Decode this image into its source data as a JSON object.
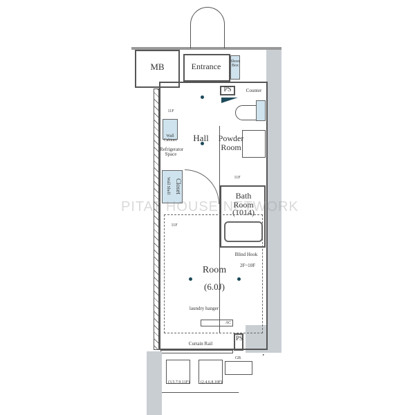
{
  "labels": {
    "mb": "MB",
    "entrance": "Entrance",
    "shoes_box": "Shoes Box",
    "ps_top": "PS",
    "counter": "Counter",
    "hall": "Hall",
    "powder_room": "Powder Room",
    "floor_11f_a": "11F",
    "floor_11f_b": "11F",
    "floor_11f_c": "11F",
    "wall_cabinet": "Wall Cabinet",
    "refrigerator_space": "Refrigerator Space",
    "closet": "Closet",
    "wall_shelf": "Wall Shelf",
    "bath_room": "Bath Room",
    "bath_size": "(1014)",
    "blind_hook": "Blind Hook",
    "floors_2_10": "2F~10F",
    "room": "Room",
    "room_size": "(6.0J)",
    "laundry_hanger": "laundry hanger",
    "ac": "AC",
    "ps_bottom": "PS",
    "curtain_rail": "Curtain Rail",
    "gb": "GB",
    "odd_floors": "(3,5,7,9,11F)",
    "even_floors": "(2,4,6,8,10F)"
  },
  "watermark": "PITAT HOUSE NETWORK",
  "colors": {
    "wall": "#555555",
    "shade": "#c9ced3",
    "accent": "#1d4a5a",
    "fixture": "#cfe3ee"
  }
}
